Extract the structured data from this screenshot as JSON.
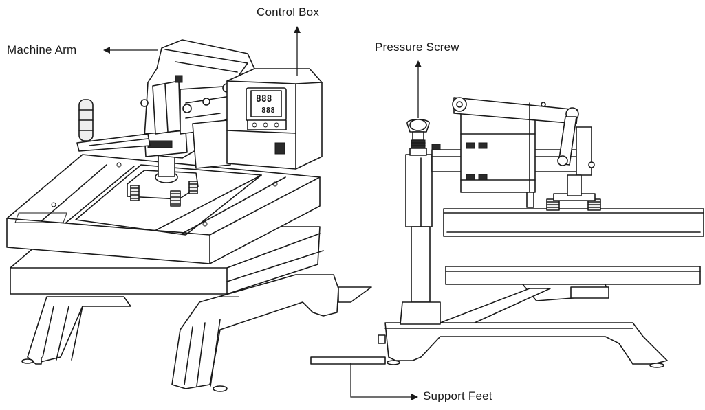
{
  "labels": {
    "control_box": "Control Box",
    "machine_arm": "Machine Arm",
    "pressure_screw": "Pressure Screw",
    "support_feet": "Support Feet"
  },
  "display": {
    "readout_top": "888",
    "readout_bottom": "888"
  },
  "colors": {
    "line": "#1a1a1a",
    "fill_light": "#efefef",
    "background": "#ffffff"
  }
}
